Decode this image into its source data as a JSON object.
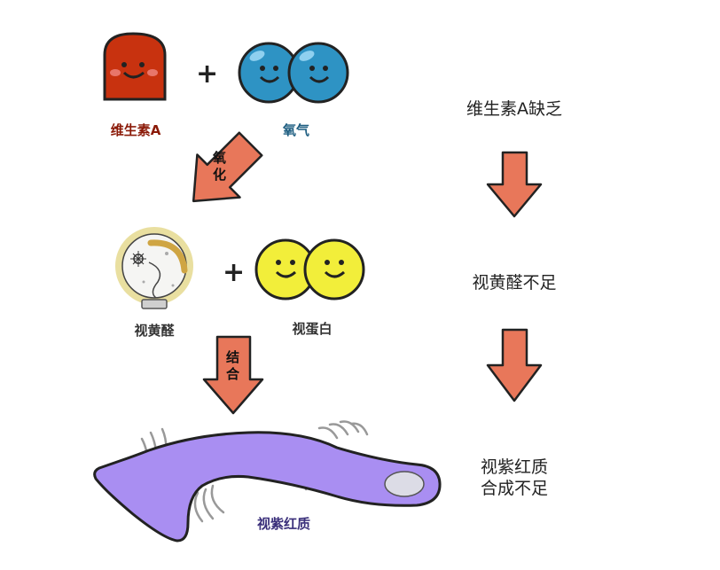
{
  "left": {
    "vitamin_a_label": "维生素A",
    "oxygen_label": "氧气",
    "oxidize_label": "氧化",
    "retinal_label": "视黄醛",
    "opsin_label": "视蛋白",
    "combine_label": "结合",
    "rhodopsin_label": "视紫红质",
    "plus": "+"
  },
  "right": {
    "step1": "维生素A缺乏",
    "step2": "视黄醛不足",
    "step3_line1": "视紫红质",
    "step3_line2": "合成不足"
  },
  "colors": {
    "vitamin_a": "#c8320f",
    "oxygen": "#2e93c4",
    "opsin": "#f2ee3a",
    "arrow": "#e8775a",
    "rhodopsin": "#a98ef2",
    "label_vitamin": "#8b1a08",
    "label_oxygen": "#1d5d80",
    "label_rhodopsin": "#3a2f7a"
  }
}
